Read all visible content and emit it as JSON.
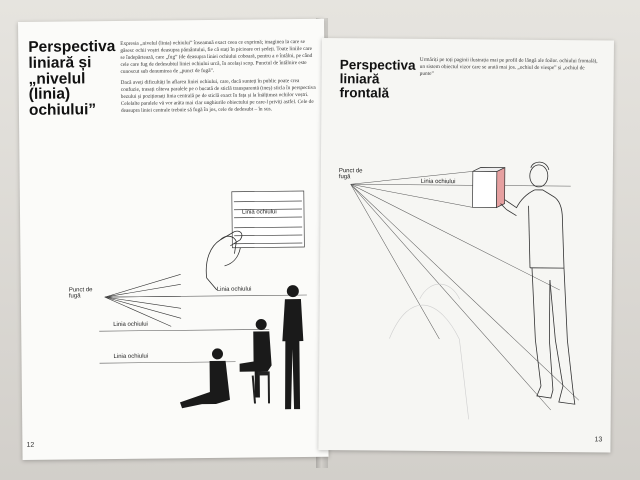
{
  "left_page": {
    "title": "Perspectiva liniară și „nivelul (linia) ochiului”",
    "paragraphs": [
      "Expresia „nivelul (linia) ochiului” înseamnă exact ceea ce exprimă; imaginea la care se găsesc ochii voștri deasupra pământului, fie că stați în picioare ori ședeți. Toate liniile care se îndepărtează, care „fug” (de deasupra liniei ochiului coboară, pentru a o întâlni, pe când cele care fug de dedesubtul liniei ochiului urcă, în același scop. Punctul de întâlnire este cunoscut sub denumirea de „punct de fugă”.",
      "Dacă aveți dificultăți în aflarea liniei ochiului, care, dacă sunteți în public poate crea confuzie, trasați câteva paralele pe o bucată de sticlă transparentă (ineș) sticla în perspectiva bezului și poziționați linia centrală pe de sticlă exact în fața și la înălțimea ochilor voștri. Celelalte paralele vă vor arăta mai clar unghiurile obiectului pe care-l priviți astfel. Cele de deasupra liniei centrale trebuie să fugă în jos, cele de dedesubt – în sus."
    ],
    "labels": {
      "card": "Linia ochiului",
      "vanishing_point": "Punct de fugă",
      "eye_standing": "Linia ochiului",
      "eye_sitting": "Linia ochiului",
      "eye_ground": "Linia ochiului"
    },
    "page_number": "12"
  },
  "right_page": {
    "title": "Perspectiva liniară frontală",
    "intro": "Urmăriți pe toți paginii ilustrația mai pe profil de lângă ale foilor. ochiului frontală), un sistem obiectul vizor care se arată mai jos. „ochiul de viespe” și „ochiul de punte”",
    "labels": {
      "vanishing_point": "Punct de fugă",
      "eye_line": "Linia ochiului"
    },
    "page_number": "13"
  }
}
